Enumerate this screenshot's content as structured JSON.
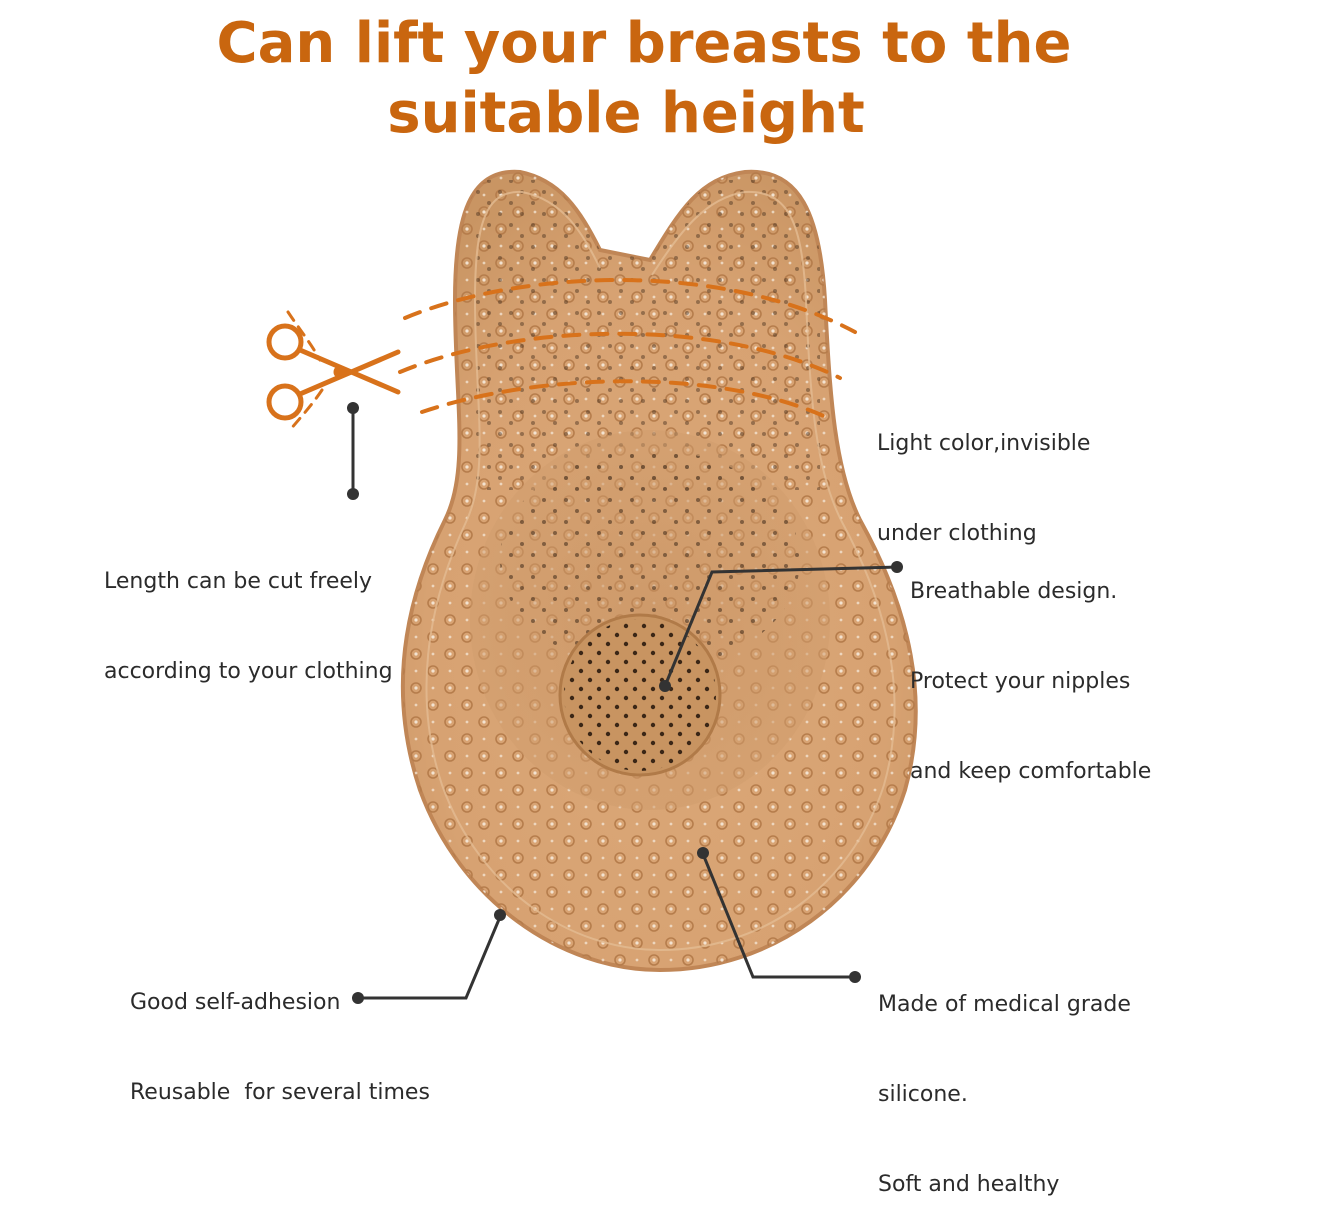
{
  "title": {
    "line1": "Can lift your breasts to the",
    "line2": "suitable height"
  },
  "colors": {
    "title": "#c9660f",
    "accent_dash": "#d8721b",
    "product_base": "#d9a676",
    "product_edge": "#c28a5a",
    "callout_line": "#333333"
  },
  "callouts": {
    "light_color": {
      "line1": "Light color,invisible",
      "line2": "under clothing"
    },
    "cut_length": {
      "line1": "Length can be cut freely",
      "line2": "according to your clothing"
    },
    "breathable": {
      "line1": "Breathable design.",
      "line2": "Protect your nipples",
      "line3": "and keep comfortable"
    },
    "adhesion": {
      "line1": "Good self-adhesion",
      "line2": "Reusable  for several times"
    },
    "material": {
      "line1": "Made of medical grade",
      "line2": "silicone.",
      "line3": "Soft and healthy"
    }
  },
  "icons": {
    "scissors": "scissors-icon"
  }
}
